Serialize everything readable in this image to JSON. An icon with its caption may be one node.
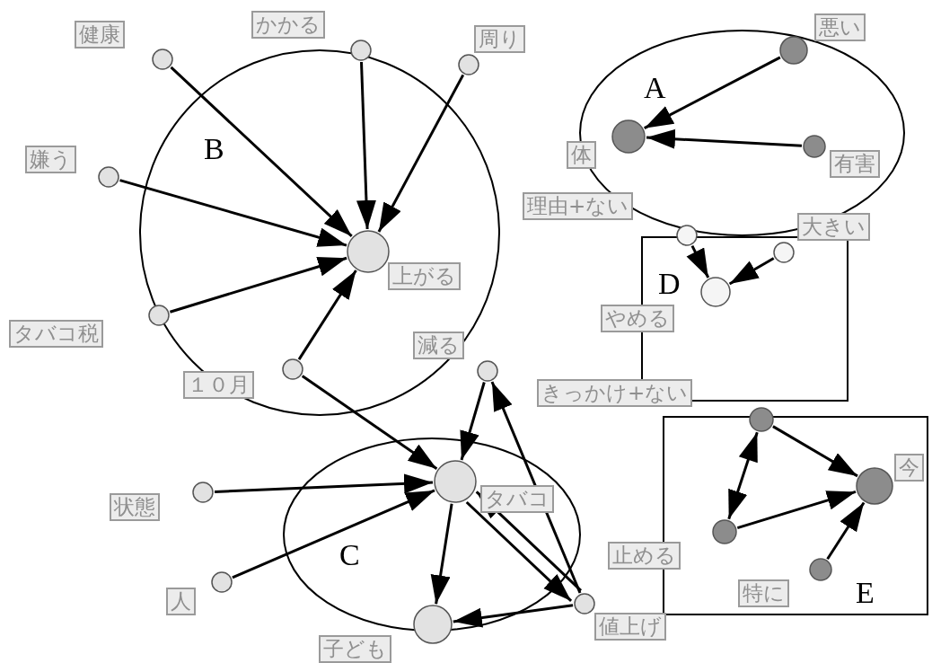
{
  "diagram": {
    "nodes": [
      {
        "text": [
          "A"
        ]
      },
      {
        "text": [
          "B"
        ]
      },
      {
        "text": [
          "D"
        ]
      },
      {
        "text": [
          "C"
        ]
      },
      {
        "text": [
          "E"
        ]
      },
      {
        "text": [],
        "shape": "circle",
        "beside": [
          "悪い"
        ],
        "in": 0
      },
      {
        "text": [],
        "shape": "circle",
        "beside": [
          "体"
        ],
        "in": 0
      },
      {
        "text": [],
        "shape": "circle",
        "beside": [
          "有害"
        ],
        "in": 0
      },
      {
        "text": [],
        "shape": "circle",
        "beside": [
          "健康"
        ]
      },
      {
        "text": [],
        "shape": "circle",
        "beside": [
          "かかる"
        ]
      },
      {
        "text": [],
        "shape": "circle",
        "beside": [
          "周り"
        ]
      },
      {
        "text": [],
        "shape": "circle",
        "beside": [
          "嫌う"
        ]
      },
      {
        "text": [],
        "shape": "circle",
        "beside": [
          "上がる"
        ],
        "in": 1
      },
      {
        "text": [],
        "shape": "circle",
        "beside": [
          "タバコ税"
        ]
      },
      {
        "text": [],
        "shape": "circle",
        "beside": [
          "１０月"
        ],
        "in": 1
      },
      {
        "text": [],
        "shape": "circle",
        "beside": [
          "理由+ない"
        ]
      },
      {
        "text": [],
        "shape": "circle",
        "beside": [
          "大きい"
        ],
        "in": 2
      },
      {
        "text": [],
        "shape": "circle",
        "beside": [
          "やめる"
        ],
        "in": 2
      },
      {
        "text": [],
        "shape": "circle",
        "beside": [
          "減る"
        ]
      },
      {
        "text": [],
        "shape": "circle",
        "beside": [
          "タバコ"
        ],
        "in": 3
      },
      {
        "text": [],
        "shape": "circle",
        "beside": [
          "状態"
        ]
      },
      {
        "text": [],
        "shape": "circle",
        "beside": [
          "人"
        ]
      },
      {
        "text": [],
        "shape": "circle",
        "beside": [
          "子ども"
        ]
      },
      {
        "text": [],
        "shape": "circle",
        "beside": [
          "値上げ"
        ]
      },
      {
        "text": [],
        "shape": "circle",
        "beside": [
          "きっかけ+ない"
        ]
      },
      {
        "text": [],
        "shape": "circle",
        "beside": [
          "今"
        ],
        "in": 4
      },
      {
        "text": [],
        "shape": "circle",
        "beside": [
          "止める"
        ],
        "in": 4
      },
      {
        "text": [],
        "shape": "circle",
        "beside": [
          "特に"
        ],
        "in": 4
      }
    ],
    "edges": [
      {
        "from": 5,
        "to": 6,
        "arrow": "to"
      },
      {
        "from": 7,
        "to": 6,
        "arrow": "to"
      },
      {
        "from": 8,
        "to": 12,
        "arrow": "to"
      },
      {
        "from": 9,
        "to": 12,
        "arrow": "to"
      },
      {
        "from": 10,
        "to": 12,
        "arrow": "to"
      },
      {
        "from": 11,
        "to": 12,
        "arrow": "to"
      },
      {
        "from": 13,
        "to": 12,
        "arrow": "to"
      },
      {
        "from": 14,
        "to": 12,
        "arrow": "to"
      },
      {
        "from": 15,
        "to": 17,
        "arrow": "to"
      },
      {
        "from": 16,
        "to": 17,
        "arrow": "to"
      },
      {
        "from": 14,
        "to": 19,
        "arrow": "to"
      },
      {
        "from": 20,
        "to": 19,
        "arrow": "to"
      },
      {
        "from": 21,
        "to": 19,
        "arrow": "to"
      },
      {
        "from": 18,
        "to": 19,
        "arrow": "to"
      },
      {
        "from": 23,
        "to": 18,
        "arrow": "to"
      },
      {
        "from": 19,
        "to": 23,
        "arrow": "to"
      },
      {
        "from": 23,
        "to": 19,
        "arrow": "to"
      },
      {
        "from": 19,
        "to": 22,
        "arrow": "to"
      },
      {
        "from": 23,
        "to": 22,
        "arrow": "to"
      },
      {
        "from": 24,
        "to": 25,
        "arrow": "to"
      },
      {
        "from": 24,
        "to": 26,
        "arrow": "both"
      },
      {
        "from": 26,
        "to": 25,
        "arrow": "to"
      },
      {
        "from": 27,
        "to": 25,
        "arrow": "to"
      }
    ]
  }
}
